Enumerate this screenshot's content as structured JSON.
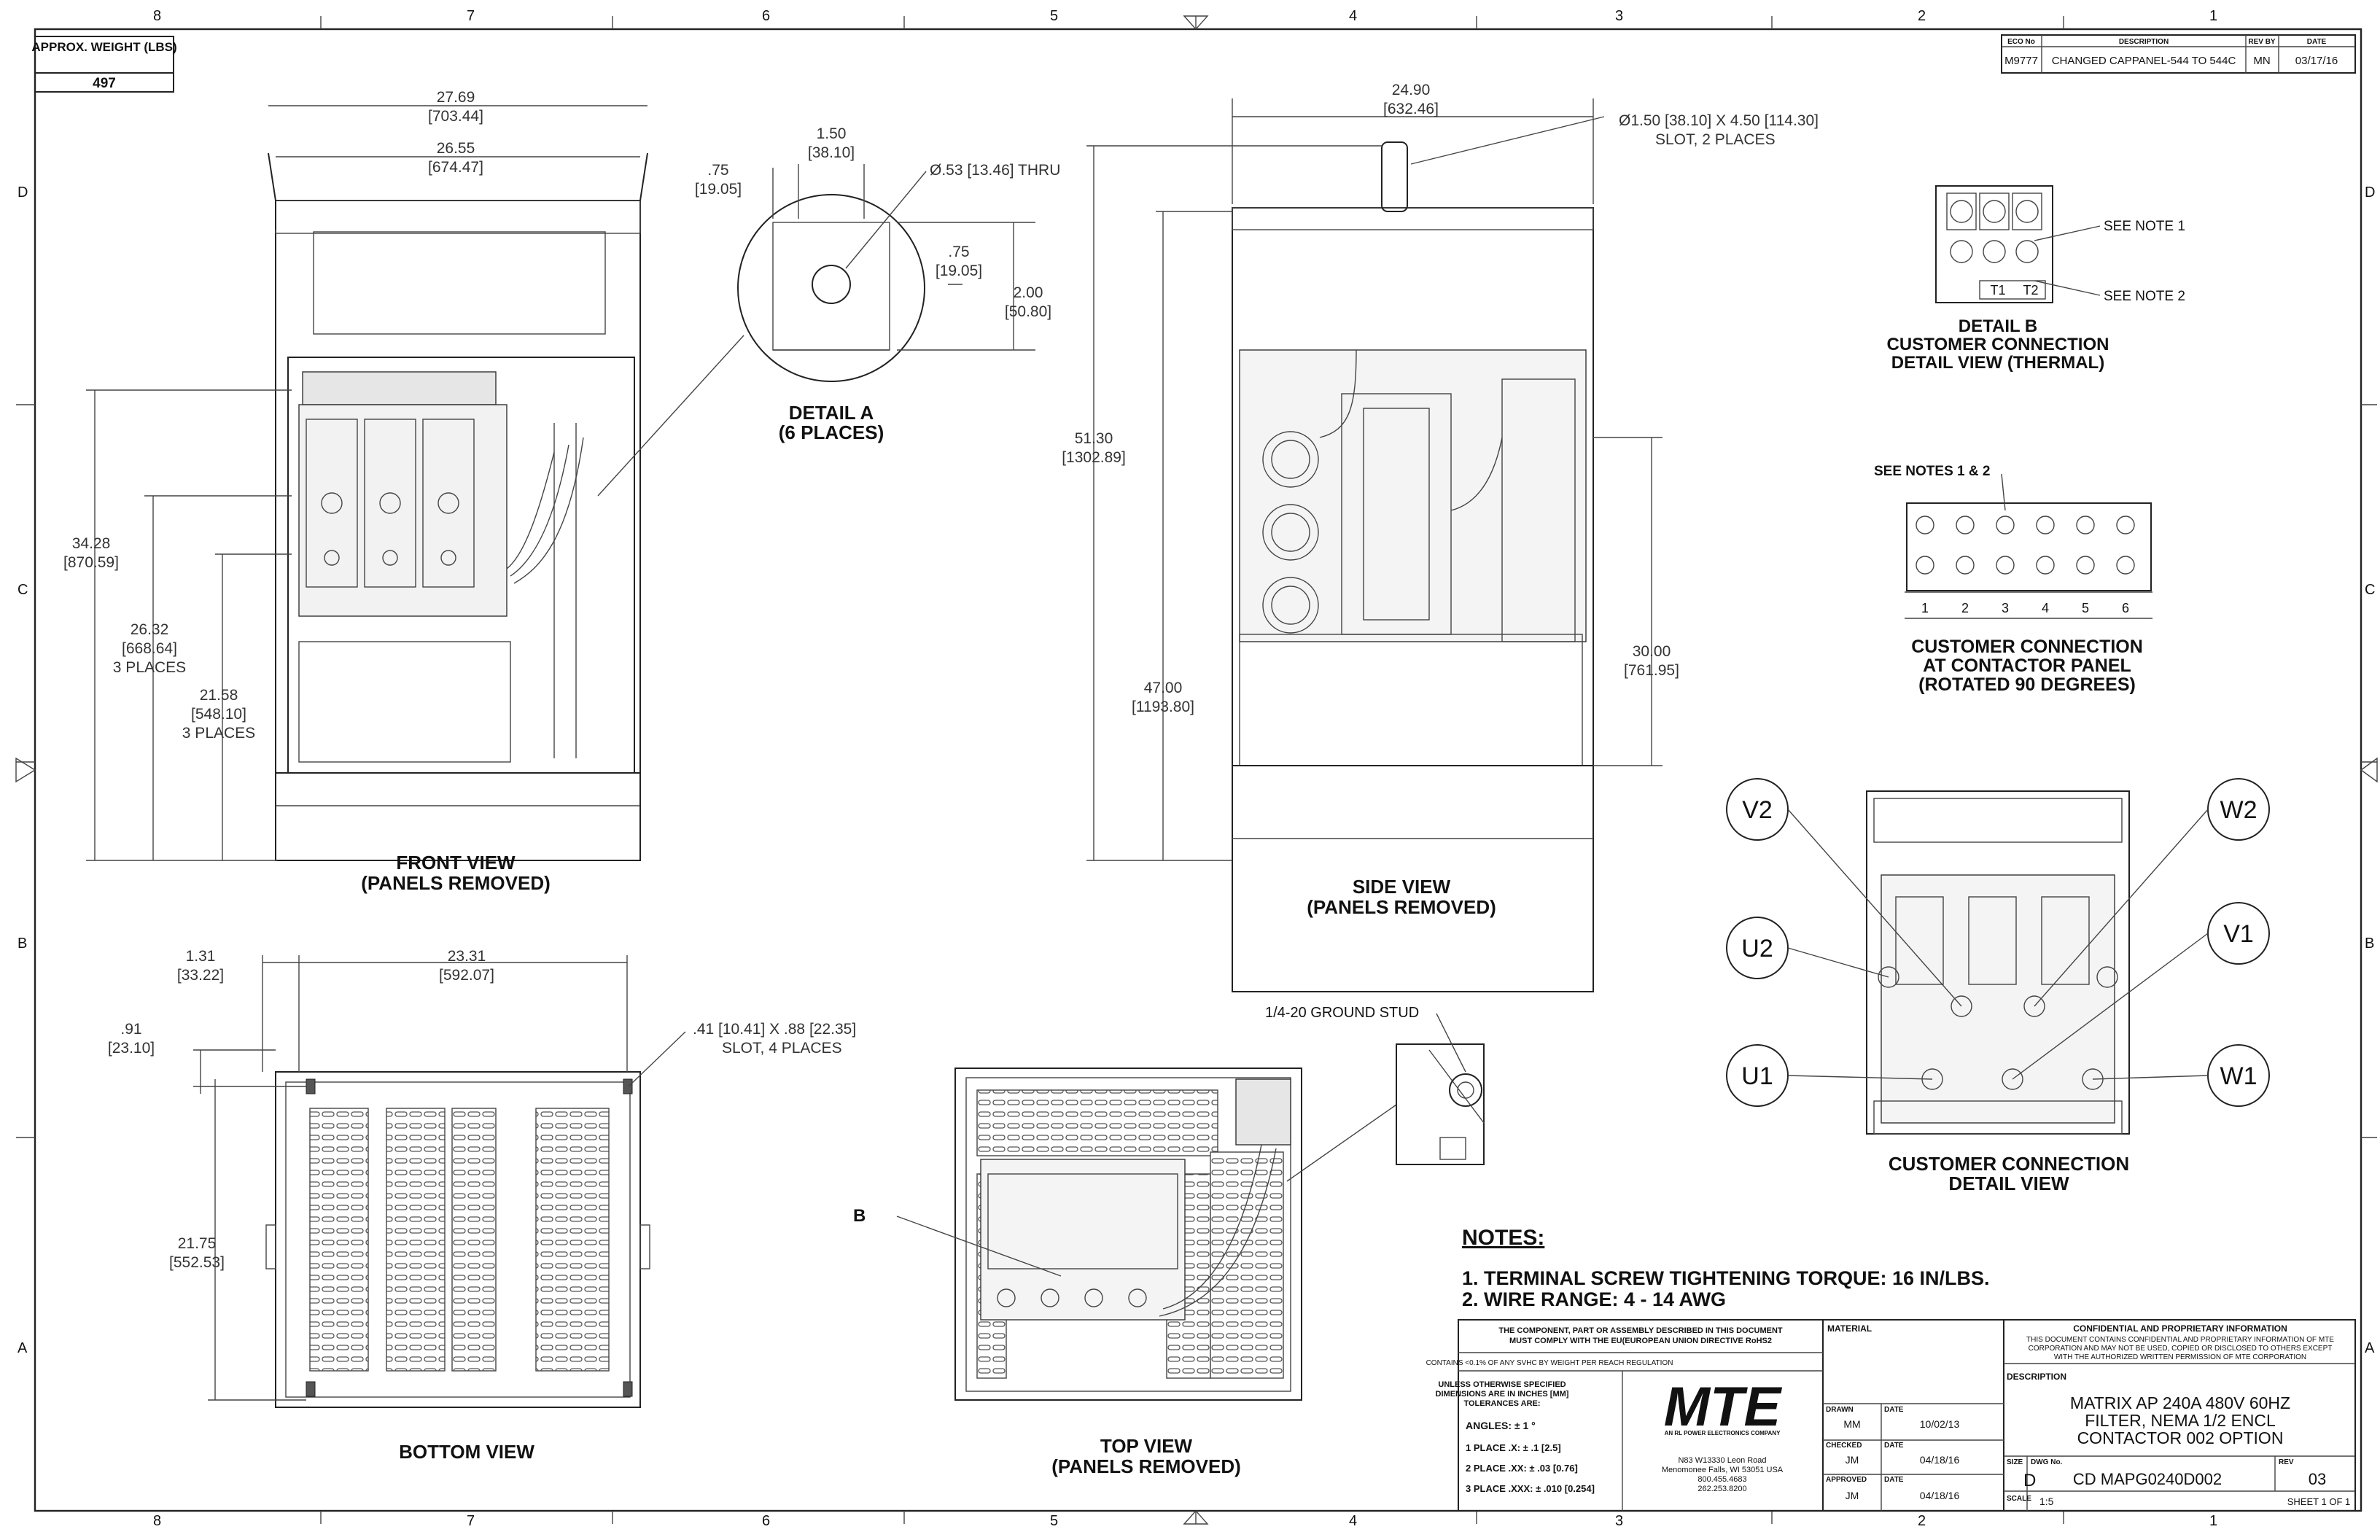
{
  "zones_top": [
    "8",
    "7",
    "6",
    "5",
    "4",
    "3",
    "2",
    "1"
  ],
  "zones_side": [
    "D",
    "C",
    "B",
    "A"
  ],
  "weight": {
    "label": "APPROX. WEIGHT (LBS)",
    "value": "497"
  },
  "revision": {
    "headers": [
      "ECO No",
      "DESCRIPTION",
      "REV BY",
      "DATE"
    ],
    "row": [
      "M9777",
      "CHANGED CAPPANEL-544 TO 544C",
      "MN",
      "03/17/16"
    ]
  },
  "front_view": {
    "title": "FRONT VIEW",
    "subtitle": "(PANELS REMOVED)",
    "dims": [
      {
        "v": "27.69",
        "mm": "[703.44]"
      },
      {
        "v": "26.55",
        "mm": "[674.47]"
      },
      {
        "v": "34.28",
        "mm": "[870.59]"
      },
      {
        "v": "26.32",
        "mm": "[668.64]",
        "note": "3 PLACES"
      },
      {
        "v": "21.58",
        "mm": "[548.10]",
        "note": "3 PLACES"
      }
    ]
  },
  "detail_a": {
    "title": "DETAIL A",
    "subtitle": "(6 PLACES)",
    "dims": [
      {
        "v": ".75",
        "mm": "[19.05]"
      },
      {
        "v": "1.50",
        "mm": "[38.10]"
      },
      {
        "v": "Ø.53 [13.46] THRU"
      },
      {
        "v": ".75",
        "mm": "[19.05]"
      },
      {
        "v": "2.00",
        "mm": "[50.80]"
      }
    ]
  },
  "side_view": {
    "title": "SIDE VIEW",
    "subtitle": "(PANELS REMOVED)",
    "dims": [
      {
        "v": "24.90",
        "mm": "[632.46]"
      },
      {
        "v": "Ø1.50 [38.10] X 4.50 [114.30]",
        "note": "SLOT, 2 PLACES"
      },
      {
        "v": "51.30",
        "mm": "[1302.89]"
      },
      {
        "v": "47.00",
        "mm": "[1193.80]"
      },
      {
        "v": "30.00",
        "mm": "[761.95]"
      }
    ]
  },
  "detail_b": {
    "title_lines": [
      "DETAIL B",
      "CUSTOMER CONNECTION",
      "DETAIL VIEW (THERMAL)"
    ],
    "notes": [
      "SEE NOTE 1",
      "SEE NOTE 2"
    ],
    "terminals": [
      "T1",
      "T2"
    ]
  },
  "contactor_panel": {
    "callout": "SEE NOTES 1 & 2",
    "numbers": [
      "1",
      "2",
      "3",
      "4",
      "5",
      "6"
    ],
    "title_lines": [
      "CUSTOMER CONNECTION",
      "AT CONTACTOR PANEL",
      "(ROTATED 90 DEGREES)"
    ]
  },
  "connection_view": {
    "labels": [
      "V2",
      "W2",
      "U2",
      "V1",
      "U1",
      "W1"
    ],
    "title_lines": [
      "CUSTOMER CONNECTION",
      "DETAIL VIEW"
    ]
  },
  "bottom_view": {
    "title": "BOTTOM VIEW",
    "dims": [
      {
        "v": "1.31",
        "mm": "[33.22]"
      },
      {
        "v": "23.31",
        "mm": "[592.07]"
      },
      {
        "v": ".91",
        "mm": "[23.10]"
      },
      {
        "v": ".41 [10.41] X .88 [22.35]",
        "note": "SLOT, 4 PLACES"
      },
      {
        "v": "21.75",
        "mm": "[552.53]"
      }
    ]
  },
  "top_view": {
    "title": "TOP VIEW",
    "subtitle": "(PANELS REMOVED)",
    "callout_b": "B",
    "ground_stud": "1/4-20 GROUND STUD"
  },
  "notes": {
    "heading": "NOTES:",
    "items": [
      "1.  TERMINAL SCREW TIGHTENING TORQUE: 16 IN/LBS.",
      "2.  WIRE RANGE: 4 - 14 AWG"
    ]
  },
  "title_block": {
    "rohs_lines": [
      "THE COMPONENT, PART OR ASSEMBLY DESCRIBED IN THIS DOCUMENT",
      "MUST COMPLY WITH THE EU(EUROPEAN UNION DIRECTIVE RoHS2"
    ],
    "svhc": "CONTAINS <0.1% OF ANY SVHC BY WEIGHT PER REACH REGULATION",
    "tolerance_lines": [
      "UNLESS OTHERWISE SPECIFIED",
      "DIMENSIONS ARE IN INCHES [MM]",
      "TOLERANCES ARE:"
    ],
    "angles": "ANGLES: ± 1 °",
    "places": [
      "1 PLACE .X:  ± .1 [2.5]",
      "2 PLACE .XX:  ± .03 [0.76]",
      "3 PLACE .XXX:  ± .010 [0.254]"
    ],
    "logo": "MTE",
    "logo_sub": "AN RL POWER ELECTRONICS COMPANY",
    "address": [
      "N83 W13330 Leon Road",
      "Menomonee Falls, WI 53051 USA",
      "800.455.4683",
      "262.253.8200"
    ],
    "material": "MATERIAL",
    "drawn": {
      "label": "DRAWN",
      "name": "MM",
      "date_label": "DATE",
      "date": "10/02/13"
    },
    "checked": {
      "label": "CHECKED",
      "name": "JM",
      "date_label": "DATE",
      "date": "04/18/16"
    },
    "approved": {
      "label": "APPROVED",
      "name": "JM",
      "date_label": "DATE",
      "date": "04/18/16"
    },
    "confidential_title": "CONFIDENTIAL AND PROPRIETARY INFORMATION",
    "confidential_lines": [
      "THIS DOCUMENT CONTAINS CONFIDENTIAL AND PROPRIETARY INFORMATION OF MTE",
      "CORPORATION AND MAY NOT BE USED, COPIED OR DISCLOSED TO OTHERS EXCEPT",
      "WITH THE AUTHORIZED WRITTEN PERMISSION OF MTE CORPORATION"
    ],
    "description_label": "DESCRIPTION",
    "description_lines": [
      "MATRIX AP 240A 480V 60HZ",
      "FILTER, NEMA 1/2 ENCL",
      "CONTACTOR 002 OPTION"
    ],
    "size_label": "SIZE",
    "size": "D",
    "dwg_label": "DWG No.",
    "dwg": "CD MAPG0240D002",
    "rev_label": "REV",
    "rev": "03",
    "scale_label": "SCALE",
    "scale": "1:5",
    "sheet": "SHEET 1  OF 1"
  }
}
